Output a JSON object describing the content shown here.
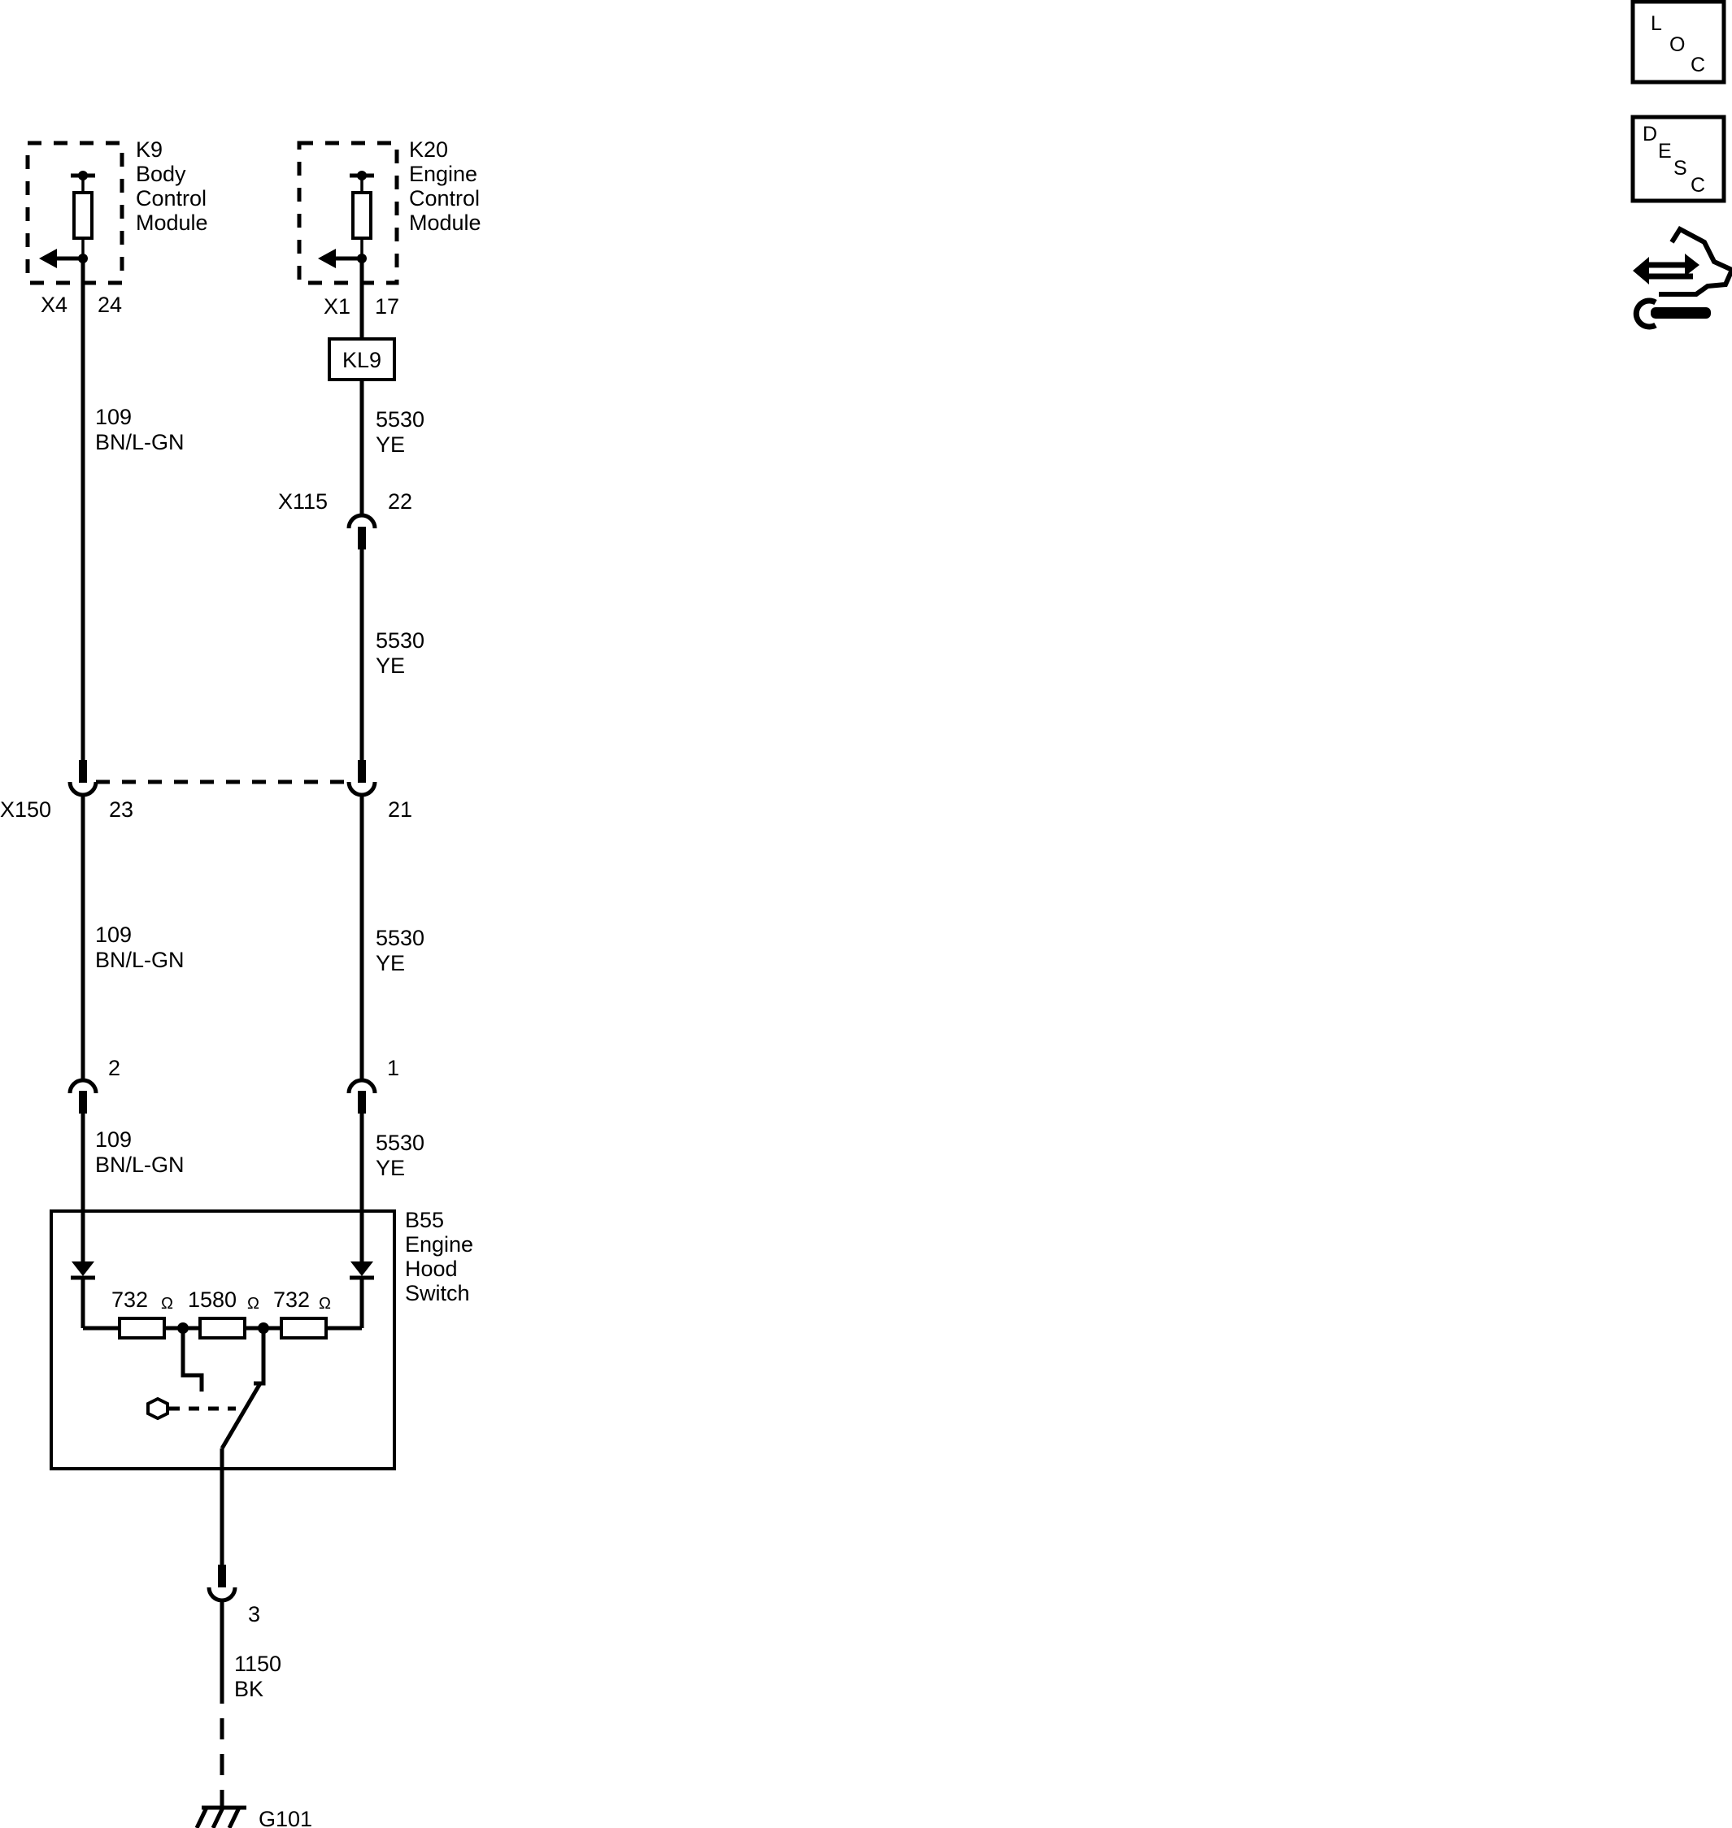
{
  "modules": {
    "k9": {
      "id": "K9",
      "name_lines": [
        "Body",
        "Control",
        "Module"
      ],
      "connector": "X4",
      "pin": "24"
    },
    "k20": {
      "id": "K20",
      "name_lines": [
        "Engine",
        "Control",
        "Module"
      ],
      "connector": "X1",
      "pin": "17"
    }
  },
  "kl9_label": "KL9",
  "wires": {
    "w109_a": {
      "circuit": "109",
      "color": "BN/L-GN"
    },
    "w5530_a": {
      "circuit": "5530",
      "color": "YE"
    },
    "w5530_b": {
      "circuit": "5530",
      "color": "YE"
    },
    "w109_b": {
      "circuit": "109",
      "color": "BN/L-GN"
    },
    "w5530_c": {
      "circuit": "5530",
      "color": "YE"
    },
    "w109_c": {
      "circuit": "109",
      "color": "BN/L-GN"
    },
    "w5530_d": {
      "circuit": "5530",
      "color": "YE"
    },
    "w1150": {
      "circuit": "1150",
      "color": "BK"
    }
  },
  "connectors": {
    "x115": {
      "name": "X115",
      "pin": "22"
    },
    "x150": {
      "name": "X150",
      "pin_left": "23",
      "pin_right": "21"
    },
    "switch_pin_left": "2",
    "switch_pin_right": "1",
    "switch_pin_ground": "3"
  },
  "switch": {
    "id": "B55",
    "name_lines": [
      "Engine",
      "Hood",
      "Switch"
    ],
    "resistors": [
      "732",
      "1580",
      "732"
    ],
    "ohm_symbol": "Ω"
  },
  "ground": {
    "id": "G101"
  },
  "side_icons": {
    "loc": [
      "L",
      "O",
      "C"
    ],
    "desc": [
      "D",
      "E",
      "S",
      "C"
    ],
    "repair_icon": "connector-repair-icon"
  }
}
